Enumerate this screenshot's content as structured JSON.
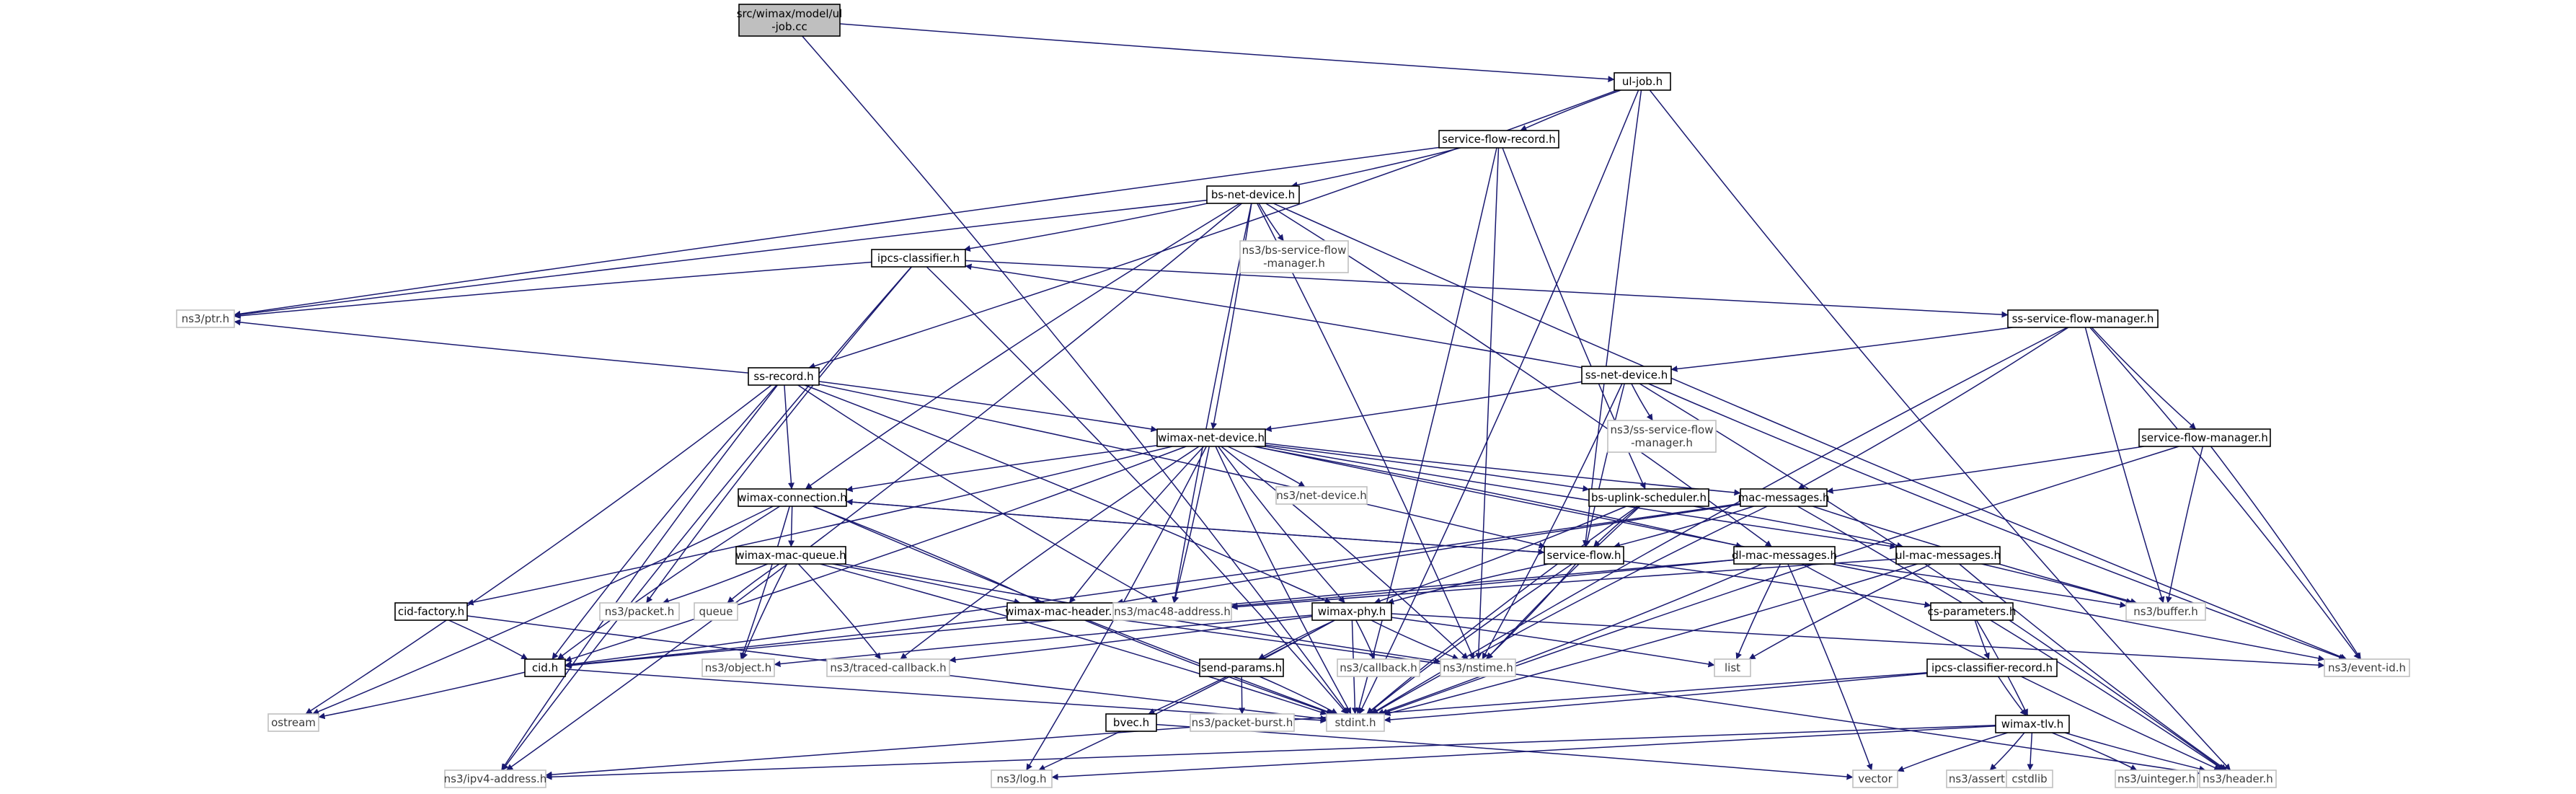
{
  "colors": {
    "edge": "#191970",
    "highlight_fill": "#bfbfbf",
    "local_border": "#000000",
    "external_border": "#bfbfbf"
  },
  "nodes": [
    {
      "id": "ul_job_cc",
      "lines": [
        "src/wimax/model/ul",
        "-job.cc"
      ],
      "kind": "hl"
    },
    {
      "id": "ul_job_h",
      "lines": [
        "ul-job.h"
      ],
      "kind": "local"
    },
    {
      "id": "sfr_h",
      "lines": [
        "service-flow-record.h"
      ],
      "kind": "local"
    },
    {
      "id": "bsnd_h",
      "lines": [
        "bs-net-device.h"
      ],
      "kind": "local"
    },
    {
      "id": "bs_sfm",
      "lines": [
        "ns3/bs-service-flow",
        "-manager.h"
      ],
      "kind": "ext"
    },
    {
      "id": "ipcs_h",
      "lines": [
        "ipcs-classifier.h"
      ],
      "kind": "local"
    },
    {
      "id": "ptr_h",
      "lines": [
        "ns3/ptr.h"
      ],
      "kind": "ext"
    },
    {
      "id": "sssfm_h",
      "lines": [
        "ss-service-flow-manager.h"
      ],
      "kind": "local"
    },
    {
      "id": "ssnd_h",
      "lines": [
        "ss-net-device.h"
      ],
      "kind": "local"
    },
    {
      "id": "ss_sfm",
      "lines": [
        "ns3/ss-service-flow",
        "-manager.h"
      ],
      "kind": "ext"
    },
    {
      "id": "ssrec_h",
      "lines": [
        "ss-record.h"
      ],
      "kind": "local"
    },
    {
      "id": "wnd_h",
      "lines": [
        "wimax-net-device.h"
      ],
      "kind": "local"
    },
    {
      "id": "netdev_h",
      "lines": [
        "ns3/net-device.h"
      ],
      "kind": "ext"
    },
    {
      "id": "sfm_h",
      "lines": [
        "service-flow-manager.h"
      ],
      "kind": "local"
    },
    {
      "id": "wconn_h",
      "lines": [
        "wimax-connection.h"
      ],
      "kind": "local"
    },
    {
      "id": "bsus_h",
      "lines": [
        "bs-uplink-scheduler.h"
      ],
      "kind": "local"
    },
    {
      "id": "macmsg_h",
      "lines": [
        "mac-messages.h"
      ],
      "kind": "local"
    },
    {
      "id": "wmq_h",
      "lines": [
        "wimax-mac-queue.h"
      ],
      "kind": "local"
    },
    {
      "id": "sf_h",
      "lines": [
        "service-flow.h"
      ],
      "kind": "local"
    },
    {
      "id": "dlmm_h",
      "lines": [
        "dl-mac-messages.h"
      ],
      "kind": "local"
    },
    {
      "id": "ulmm_h",
      "lines": [
        "ul-mac-messages.h"
      ],
      "kind": "local"
    },
    {
      "id": "cidf_h",
      "lines": [
        "cid-factory.h"
      ],
      "kind": "local"
    },
    {
      "id": "packet_h",
      "lines": [
        "ns3/packet.h"
      ],
      "kind": "ext"
    },
    {
      "id": "queue",
      "lines": [
        "queue"
      ],
      "kind": "ext"
    },
    {
      "id": "wmh_h",
      "lines": [
        "wimax-mac-header.h"
      ],
      "kind": "local"
    },
    {
      "id": "mac48_h",
      "lines": [
        "ns3/mac48-address.h"
      ],
      "kind": "ext"
    },
    {
      "id": "wphy_h",
      "lines": [
        "wimax-phy.h"
      ],
      "kind": "local"
    },
    {
      "id": "csp_h",
      "lines": [
        "cs-parameters.h"
      ],
      "kind": "local"
    },
    {
      "id": "buffer_h",
      "lines": [
        "ns3/buffer.h"
      ],
      "kind": "ext"
    },
    {
      "id": "cid_h",
      "lines": [
        "cid.h"
      ],
      "kind": "local"
    },
    {
      "id": "object_h",
      "lines": [
        "ns3/object.h"
      ],
      "kind": "ext"
    },
    {
      "id": "tcb_h",
      "lines": [
        "ns3/traced-callback.h"
      ],
      "kind": "ext"
    },
    {
      "id": "sendp_h",
      "lines": [
        "send-params.h"
      ],
      "kind": "local"
    },
    {
      "id": "callback_h",
      "lines": [
        "ns3/callback.h"
      ],
      "kind": "ext"
    },
    {
      "id": "nstime_h",
      "lines": [
        "ns3/nstime.h"
      ],
      "kind": "ext"
    },
    {
      "id": "list",
      "lines": [
        "list"
      ],
      "kind": "ext"
    },
    {
      "id": "icr_h",
      "lines": [
        "ipcs-classifier-record.h"
      ],
      "kind": "local"
    },
    {
      "id": "eventid_h",
      "lines": [
        "ns3/event-id.h"
      ],
      "kind": "ext"
    },
    {
      "id": "ostream",
      "lines": [
        "ostream"
      ],
      "kind": "ext"
    },
    {
      "id": "bvec_h",
      "lines": [
        "bvec.h"
      ],
      "kind": "local"
    },
    {
      "id": "pb_h",
      "lines": [
        "ns3/packet-burst.h"
      ],
      "kind": "ext"
    },
    {
      "id": "stdint_h",
      "lines": [
        "stdint.h"
      ],
      "kind": "ext"
    },
    {
      "id": "wtlv_h",
      "lines": [
        "wimax-tlv.h"
      ],
      "kind": "local"
    },
    {
      "id": "ipv4_h",
      "lines": [
        "ns3/ipv4-address.h"
      ],
      "kind": "ext"
    },
    {
      "id": "log_h",
      "lines": [
        "ns3/log.h"
      ],
      "kind": "ext"
    },
    {
      "id": "vector",
      "lines": [
        "vector"
      ],
      "kind": "ext"
    },
    {
      "id": "assert_h",
      "lines": [
        "ns3/assert.h"
      ],
      "kind": "ext"
    },
    {
      "id": "cstdlib",
      "lines": [
        "cstdlib"
      ],
      "kind": "ext"
    },
    {
      "id": "uinteger_h",
      "lines": [
        "ns3/uinteger.h"
      ],
      "kind": "ext"
    },
    {
      "id": "header_h",
      "lines": [
        "ns3/header.h"
      ],
      "kind": "ext"
    }
  ],
  "edges": [
    [
      "ul_job_cc",
      "ul_job_h"
    ],
    [
      "ul_job_cc",
      "stdint_h"
    ],
    [
      "ul_job_h",
      "sfr_h"
    ],
    [
      "ul_job_h",
      "ssrec_h"
    ],
    [
      "ul_job_h",
      "sf_h"
    ],
    [
      "ul_job_h",
      "stdint_h"
    ],
    [
      "ul_job_h",
      "header_h"
    ],
    [
      "sfr_h",
      "bsnd_h"
    ],
    [
      "sfr_h",
      "ptr_h"
    ],
    [
      "sfr_h",
      "nstime_h"
    ],
    [
      "sfr_h",
      "bsus_h"
    ],
    [
      "sfr_h",
      "stdint_h"
    ],
    [
      "bsnd_h",
      "bs_sfm"
    ],
    [
      "bsnd_h",
      "ipcs_h"
    ],
    [
      "bsnd_h",
      "ptr_h"
    ],
    [
      "bsnd_h",
      "wnd_h"
    ],
    [
      "bsnd_h",
      "wconn_h"
    ],
    [
      "bsnd_h",
      "dlmm_h"
    ],
    [
      "bsnd_h",
      "mac48_h"
    ],
    [
      "bsnd_h",
      "nstime_h"
    ],
    [
      "bsnd_h",
      "eventid_h"
    ],
    [
      "bsnd_h",
      "ipv4_h"
    ],
    [
      "ipcs_h",
      "ptr_h"
    ],
    [
      "ipcs_h",
      "sssfm_h"
    ],
    [
      "ipcs_h",
      "packet_h"
    ],
    [
      "ipcs_h",
      "stdint_h"
    ],
    [
      "ipcs_h",
      "ipv4_h"
    ],
    [
      "sssfm_h",
      "ssnd_h"
    ],
    [
      "sssfm_h",
      "sfm_h"
    ],
    [
      "sssfm_h",
      "macmsg_h"
    ],
    [
      "sssfm_h",
      "buffer_h"
    ],
    [
      "sssfm_h",
      "eventid_h"
    ],
    [
      "sssfm_h",
      "stdint_h"
    ],
    [
      "ssnd_h",
      "ipcs_h"
    ],
    [
      "ssnd_h",
      "ss_sfm"
    ],
    [
      "ssnd_h",
      "wnd_h"
    ],
    [
      "ssnd_h",
      "sf_h"
    ],
    [
      "ssnd_h",
      "nstime_h"
    ],
    [
      "ssnd_h",
      "eventid_h"
    ],
    [
      "ssnd_h",
      "header_h"
    ],
    [
      "ssrec_h",
      "ptr_h"
    ],
    [
      "ssrec_h",
      "wnd_h"
    ],
    [
      "ssrec_h",
      "wconn_h"
    ],
    [
      "ssrec_h",
      "sf_h"
    ],
    [
      "ssrec_h",
      "mac48_h"
    ],
    [
      "ssrec_h",
      "wphy_h"
    ],
    [
      "ssrec_h",
      "cid_h"
    ],
    [
      "ssrec_h",
      "ostream"
    ],
    [
      "ssrec_h",
      "ipv4_h"
    ],
    [
      "wnd_h",
      "netdev_h"
    ],
    [
      "wnd_h",
      "wconn_h"
    ],
    [
      "wnd_h",
      "bsus_h"
    ],
    [
      "wnd_h",
      "macmsg_h"
    ],
    [
      "wnd_h",
      "dlmm_h"
    ],
    [
      "wnd_h",
      "ulmm_h"
    ],
    [
      "wnd_h",
      "cidf_h"
    ],
    [
      "wnd_h",
      "wmh_h"
    ],
    [
      "wnd_h",
      "mac48_h"
    ],
    [
      "wnd_h",
      "wphy_h"
    ],
    [
      "wnd_h",
      "cid_h"
    ],
    [
      "wnd_h",
      "tcb_h"
    ],
    [
      "wnd_h",
      "nstime_h"
    ],
    [
      "wnd_h",
      "eventid_h"
    ],
    [
      "wnd_h",
      "log_h"
    ],
    [
      "wnd_h",
      "stdint_h"
    ],
    [
      "sfm_h",
      "macmsg_h"
    ],
    [
      "sfm_h",
      "buffer_h"
    ],
    [
      "sfm_h",
      "eventid_h"
    ],
    [
      "sfm_h",
      "stdint_h"
    ],
    [
      "wconn_h",
      "wmq_h"
    ],
    [
      "wconn_h",
      "sf_h"
    ],
    [
      "wconn_h",
      "wmh_h"
    ],
    [
      "wconn_h",
      "cid_h"
    ],
    [
      "wconn_h",
      "object_h"
    ],
    [
      "wconn_h",
      "stdint_h"
    ],
    [
      "wconn_h",
      "ostream"
    ],
    [
      "bsus_h",
      "sf_h"
    ],
    [
      "bsus_h",
      "wphy_h"
    ],
    [
      "bsus_h",
      "nstime_h"
    ],
    [
      "bsus_h",
      "ulmm_h"
    ],
    [
      "bsus_h",
      "stdint_h"
    ],
    [
      "macmsg_h",
      "sf_h"
    ],
    [
      "macmsg_h",
      "wmh_h"
    ],
    [
      "macmsg_h",
      "cid_h"
    ],
    [
      "macmsg_h",
      "buffer_h"
    ],
    [
      "macmsg_h",
      "header_h"
    ],
    [
      "macmsg_h",
      "stdint_h"
    ],
    [
      "wmq_h",
      "packet_h"
    ],
    [
      "wmq_h",
      "queue"
    ],
    [
      "wmq_h",
      "wmh_h"
    ],
    [
      "wmq_h",
      "object_h"
    ],
    [
      "wmq_h",
      "tcb_h"
    ],
    [
      "wmq_h",
      "nstime_h"
    ],
    [
      "wmq_h",
      "stdint_h"
    ],
    [
      "sf_h",
      "wconn_h"
    ],
    [
      "sf_h",
      "csp_h"
    ],
    [
      "sf_h",
      "wphy_h"
    ],
    [
      "sf_h",
      "nstime_h"
    ],
    [
      "sf_h",
      "stdint_h"
    ],
    [
      "dlmm_h",
      "mac48_h"
    ],
    [
      "dlmm_h",
      "cid_h"
    ],
    [
      "dlmm_h",
      "buffer_h"
    ],
    [
      "dlmm_h",
      "list"
    ],
    [
      "dlmm_h",
      "stdint_h"
    ],
    [
      "dlmm_h",
      "header_h"
    ],
    [
      "dlmm_h",
      "vector"
    ],
    [
      "ulmm_h",
      "mac48_h"
    ],
    [
      "ulmm_h",
      "buffer_h"
    ],
    [
      "ulmm_h",
      "list"
    ],
    [
      "ulmm_h",
      "stdint_h"
    ],
    [
      "ulmm_h",
      "header_h"
    ],
    [
      "cidf_h",
      "cid_h"
    ],
    [
      "cidf_h",
      "stdint_h"
    ],
    [
      "wmh_h",
      "cid_h"
    ],
    [
      "wmh_h",
      "stdint_h"
    ],
    [
      "wmh_h",
      "header_h"
    ],
    [
      "wphy_h",
      "object_h"
    ],
    [
      "wphy_h",
      "tcb_h"
    ],
    [
      "wphy_h",
      "sendp_h"
    ],
    [
      "wphy_h",
      "callback_h"
    ],
    [
      "wphy_h",
      "nstime_h"
    ],
    [
      "wphy_h",
      "list"
    ],
    [
      "wphy_h",
      "eventid_h"
    ],
    [
      "wphy_h",
      "bvec_h"
    ],
    [
      "wphy_h",
      "stdint_h"
    ],
    [
      "wphy_h",
      "log_h"
    ],
    [
      "csp_h",
      "icr_h"
    ],
    [
      "csp_h",
      "wtlv_h"
    ],
    [
      "cid_h",
      "stdint_h"
    ],
    [
      "cid_h",
      "ostream"
    ],
    [
      "sendp_h",
      "pb_h"
    ],
    [
      "sendp_h",
      "stdint_h"
    ],
    [
      "icr_h",
      "wtlv_h"
    ],
    [
      "icr_h",
      "stdint_h"
    ],
    [
      "icr_h",
      "ipv4_h"
    ],
    [
      "bvec_h",
      "vector"
    ],
    [
      "wtlv_h",
      "ipv4_h"
    ],
    [
      "wtlv_h",
      "log_h"
    ],
    [
      "wtlv_h",
      "vector"
    ],
    [
      "wtlv_h",
      "assert_h"
    ],
    [
      "wtlv_h",
      "cstdlib"
    ],
    [
      "wtlv_h",
      "uinteger_h"
    ],
    [
      "wtlv_h",
      "header_h"
    ]
  ]
}
